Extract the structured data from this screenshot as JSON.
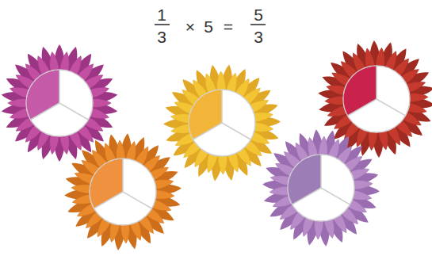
{
  "diagram": {
    "labels": [
      "1",
      "3",
      "×",
      "5",
      "=",
      "5",
      "3"
    ]
  }
}
